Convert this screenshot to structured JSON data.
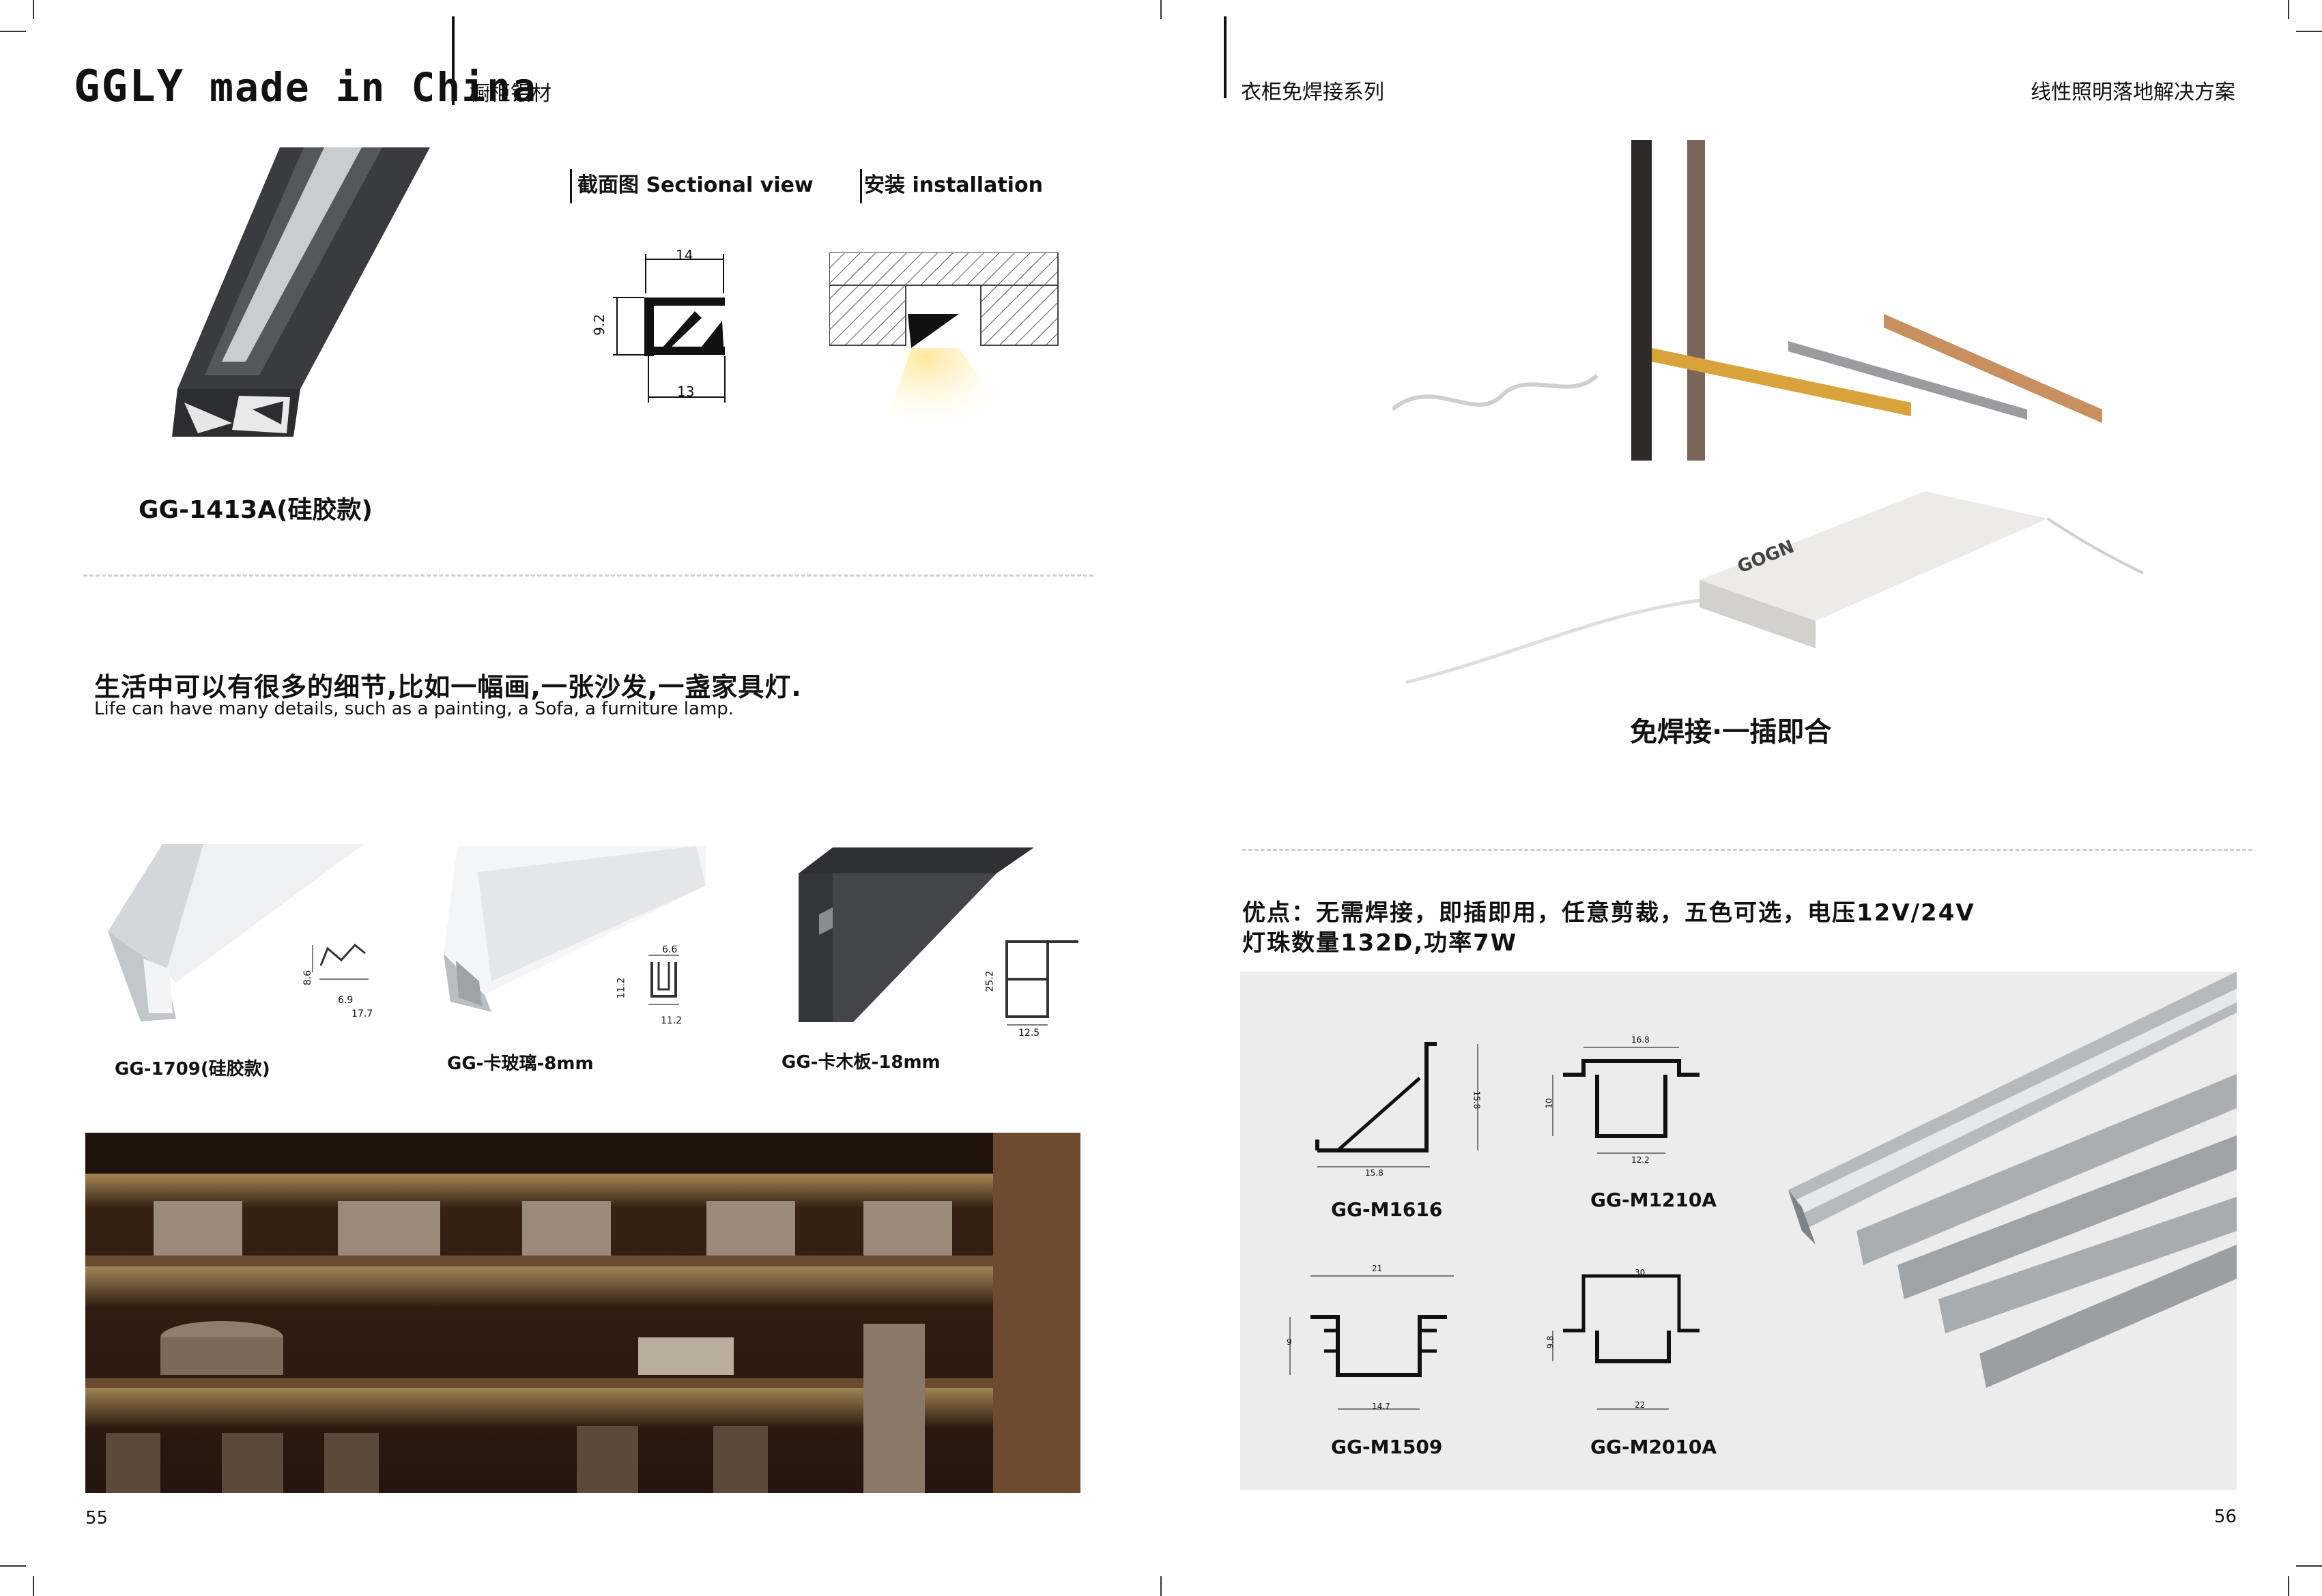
{
  "left_page": {
    "brand": "GGLY",
    "brand_tagline": "made in China",
    "category": "橱柜铝材",
    "sectional_view_label": "截面图 Sectional view",
    "installation_label": "安装 installation",
    "main_profile": {
      "model": "GG-1413A(硅胶款)",
      "dims": {
        "top": "14",
        "height": "9.2",
        "bottom": "13"
      }
    },
    "slogan_cn": "生活中可以有很多的细节,比如一幅画,一张沙发,一盏家具灯.",
    "slogan_en": "Life can have many details, such as a painting, a Sofa, a furniture lamp.",
    "products": [
      {
        "model": "GG-1709(硅胶款)",
        "dims": [
          "8.6",
          "6.9",
          "17.7"
        ]
      },
      {
        "model": "GG-卡玻璃-8mm",
        "dims": [
          "6.6",
          "11.2",
          "11.2"
        ]
      },
      {
        "model": "GG-卡木板-18mm",
        "dims": [
          "25.2",
          "12.5"
        ]
      }
    ],
    "page_number": "55"
  },
  "right_page": {
    "series": "衣柜免焊接系列",
    "solution": "线性照明落地解决方案",
    "driver_brand": "GOGN",
    "photo_caption": "免焊接·一插即合",
    "features_line1": "优点：无需焊接，即插即用，任意剪裁，五色可选，电压12V/24V",
    "features_line2": "灯珠数量132D,功率7W",
    "profiles": [
      {
        "model": "GG-M1616",
        "dims": [
          "15.8",
          "15.8"
        ]
      },
      {
        "model": "GG-M1210A",
        "dims": [
          "16.8",
          "12.2",
          "10"
        ]
      },
      {
        "model": "GG-M1509",
        "dims": [
          "21",
          "14.7",
          "9"
        ]
      },
      {
        "model": "GG-M2010A",
        "dims": [
          "30",
          "22",
          "9.8"
        ]
      }
    ],
    "page_number": "56"
  },
  "colors": {
    "profile_dark": "#3a3b3e",
    "profile_silver": "#c9ced3",
    "wood": "#5a3a24",
    "led_warm": "#ffd98a",
    "panel_gray": "#ececec"
  }
}
